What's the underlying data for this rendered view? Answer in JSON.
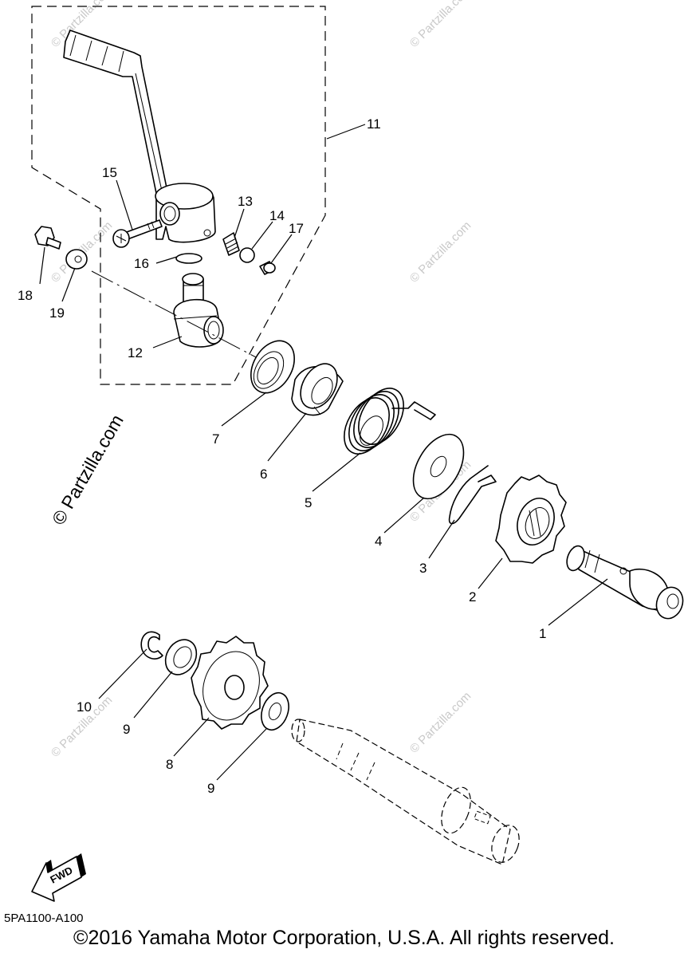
{
  "drawing_code": "5PA1100-A100",
  "copyright": "©2016 Yamaha Motor Corporation, U.S.A. All rights reserved.",
  "fwd_label": "FWD",
  "watermark": "© Partzilla.com",
  "callouts": {
    "c1": "1",
    "c2": "2",
    "c3": "3",
    "c4": "4",
    "c5": "5",
    "c6": "6",
    "c7": "7",
    "c8": "8",
    "c9a": "9",
    "c9b": "9",
    "c10": "10",
    "c11": "11",
    "c12": "12",
    "c13": "13",
    "c14": "14",
    "c15": "15",
    "c16": "16",
    "c17": "17",
    "c18": "18",
    "c19": "19"
  }
}
